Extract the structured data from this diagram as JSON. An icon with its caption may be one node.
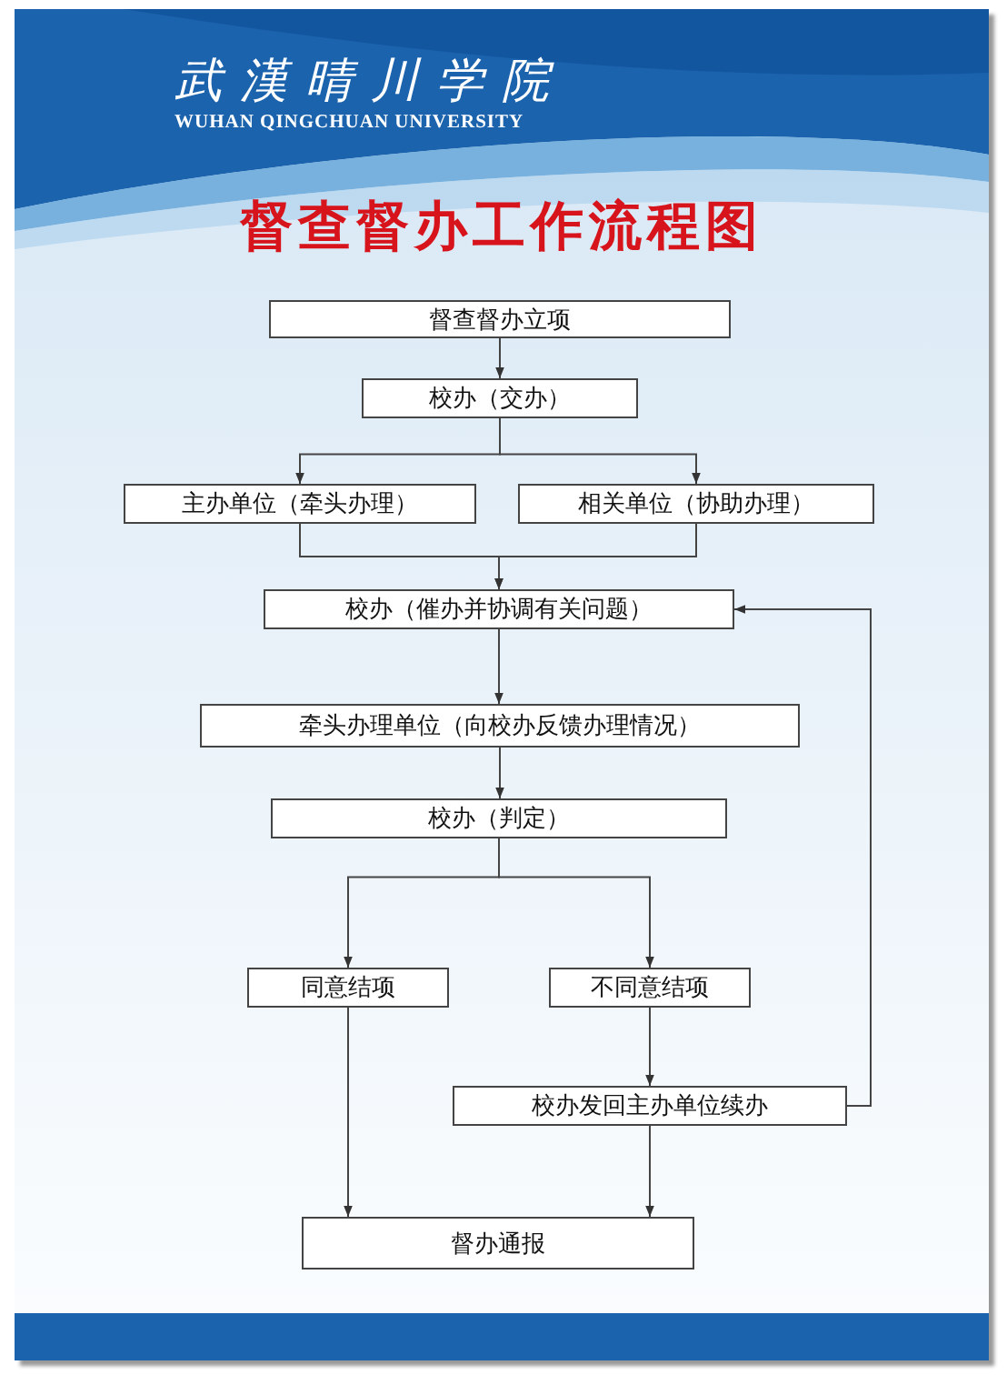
{
  "diagram": {
    "title": "督查督办工作流程图",
    "nodes": [
      {
        "text": [
          "督查督办立项"
        ]
      },
      {
        "text": [
          "校办（交办）"
        ]
      },
      {
        "text": [
          "主办单位（牵头办理）"
        ]
      },
      {
        "text": [
          "相关单位（协助办理）"
        ]
      },
      {
        "text": [
          "校办（催办并协调有关问题）"
        ]
      },
      {
        "text": [
          "牵头办理单位（向校办反馈办理情况）"
        ]
      },
      {
        "text": [
          "校办（判定）"
        ]
      },
      {
        "text": [
          "同意结项"
        ]
      },
      {
        "text": [
          "不同意结项"
        ]
      },
      {
        "text": [
          "校办发回主办单位续办"
        ]
      },
      {
        "text": [
          "督办通报"
        ]
      }
    ],
    "edges": [
      {
        "from": 0,
        "to": 1,
        "arrow": "to"
      },
      {
        "from": 1,
        "to": 2,
        "arrow": "to"
      },
      {
        "from": 1,
        "to": 3,
        "arrow": "to"
      },
      {
        "from": 2,
        "to": 4,
        "arrow": "to"
      },
      {
        "from": 3,
        "to": 4,
        "arrow": "to"
      },
      {
        "from": 4,
        "to": 5,
        "arrow": "to"
      },
      {
        "from": 5,
        "to": 6,
        "arrow": "to"
      },
      {
        "from": 6,
        "to": 7,
        "arrow": "to"
      },
      {
        "from": 6,
        "to": 8,
        "arrow": "to"
      },
      {
        "from": 8,
        "to": 9,
        "arrow": "to"
      },
      {
        "from": 9,
        "to": 4,
        "arrow": "to"
      },
      {
        "from": 7,
        "to": 10,
        "arrow": "to"
      },
      {
        "from": 9,
        "to": 10,
        "arrow": "to"
      }
    ],
    "labels": [
      "武漢晴川学院",
      "WUHAN QINGCHUAN UNIVERSITY"
    ]
  }
}
